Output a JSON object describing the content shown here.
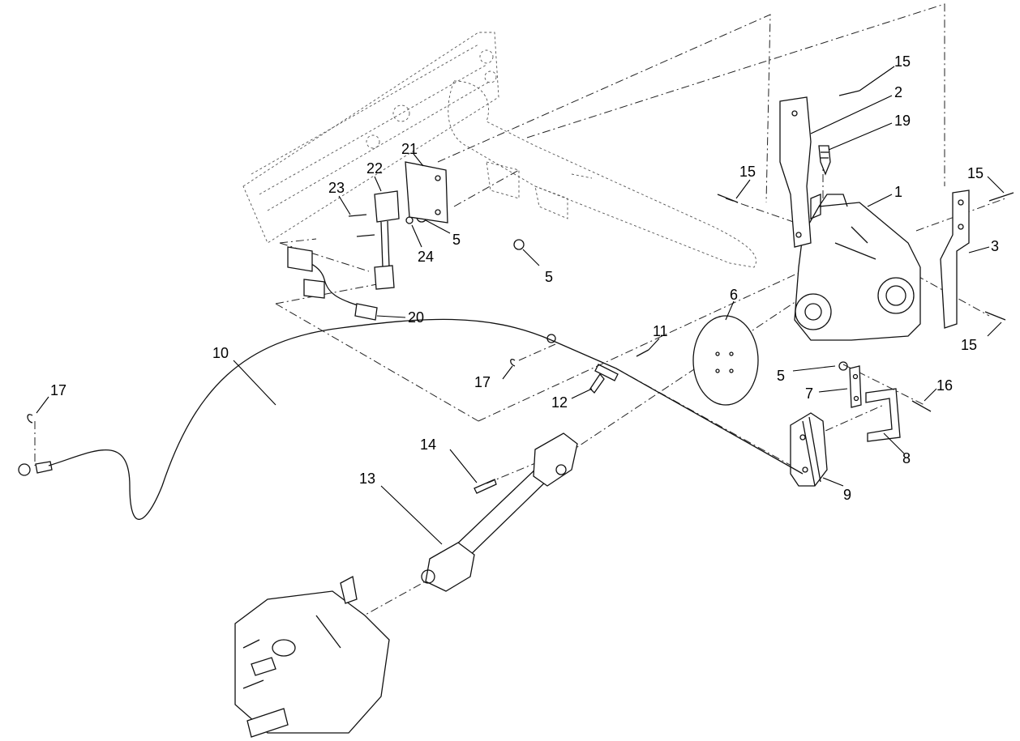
{
  "diagram": {
    "labels": {
      "l1": "1",
      "l2": "2",
      "l3": "3",
      "l5a": "5",
      "l5b": "5",
      "l5c": "5",
      "l6": "6",
      "l7": "7",
      "l8": "8",
      "l9": "9",
      "l10": "10",
      "l11": "11",
      "l12": "12",
      "l13": "13",
      "l14": "14",
      "l15a": "15",
      "l15b": "15",
      "l15c": "15",
      "l15d": "15",
      "l16": "16",
      "l17a": "17",
      "l17b": "17",
      "l19": "19",
      "l20": "20",
      "l21": "21",
      "l22": "22",
      "l23": "23",
      "l24": "24"
    }
  }
}
